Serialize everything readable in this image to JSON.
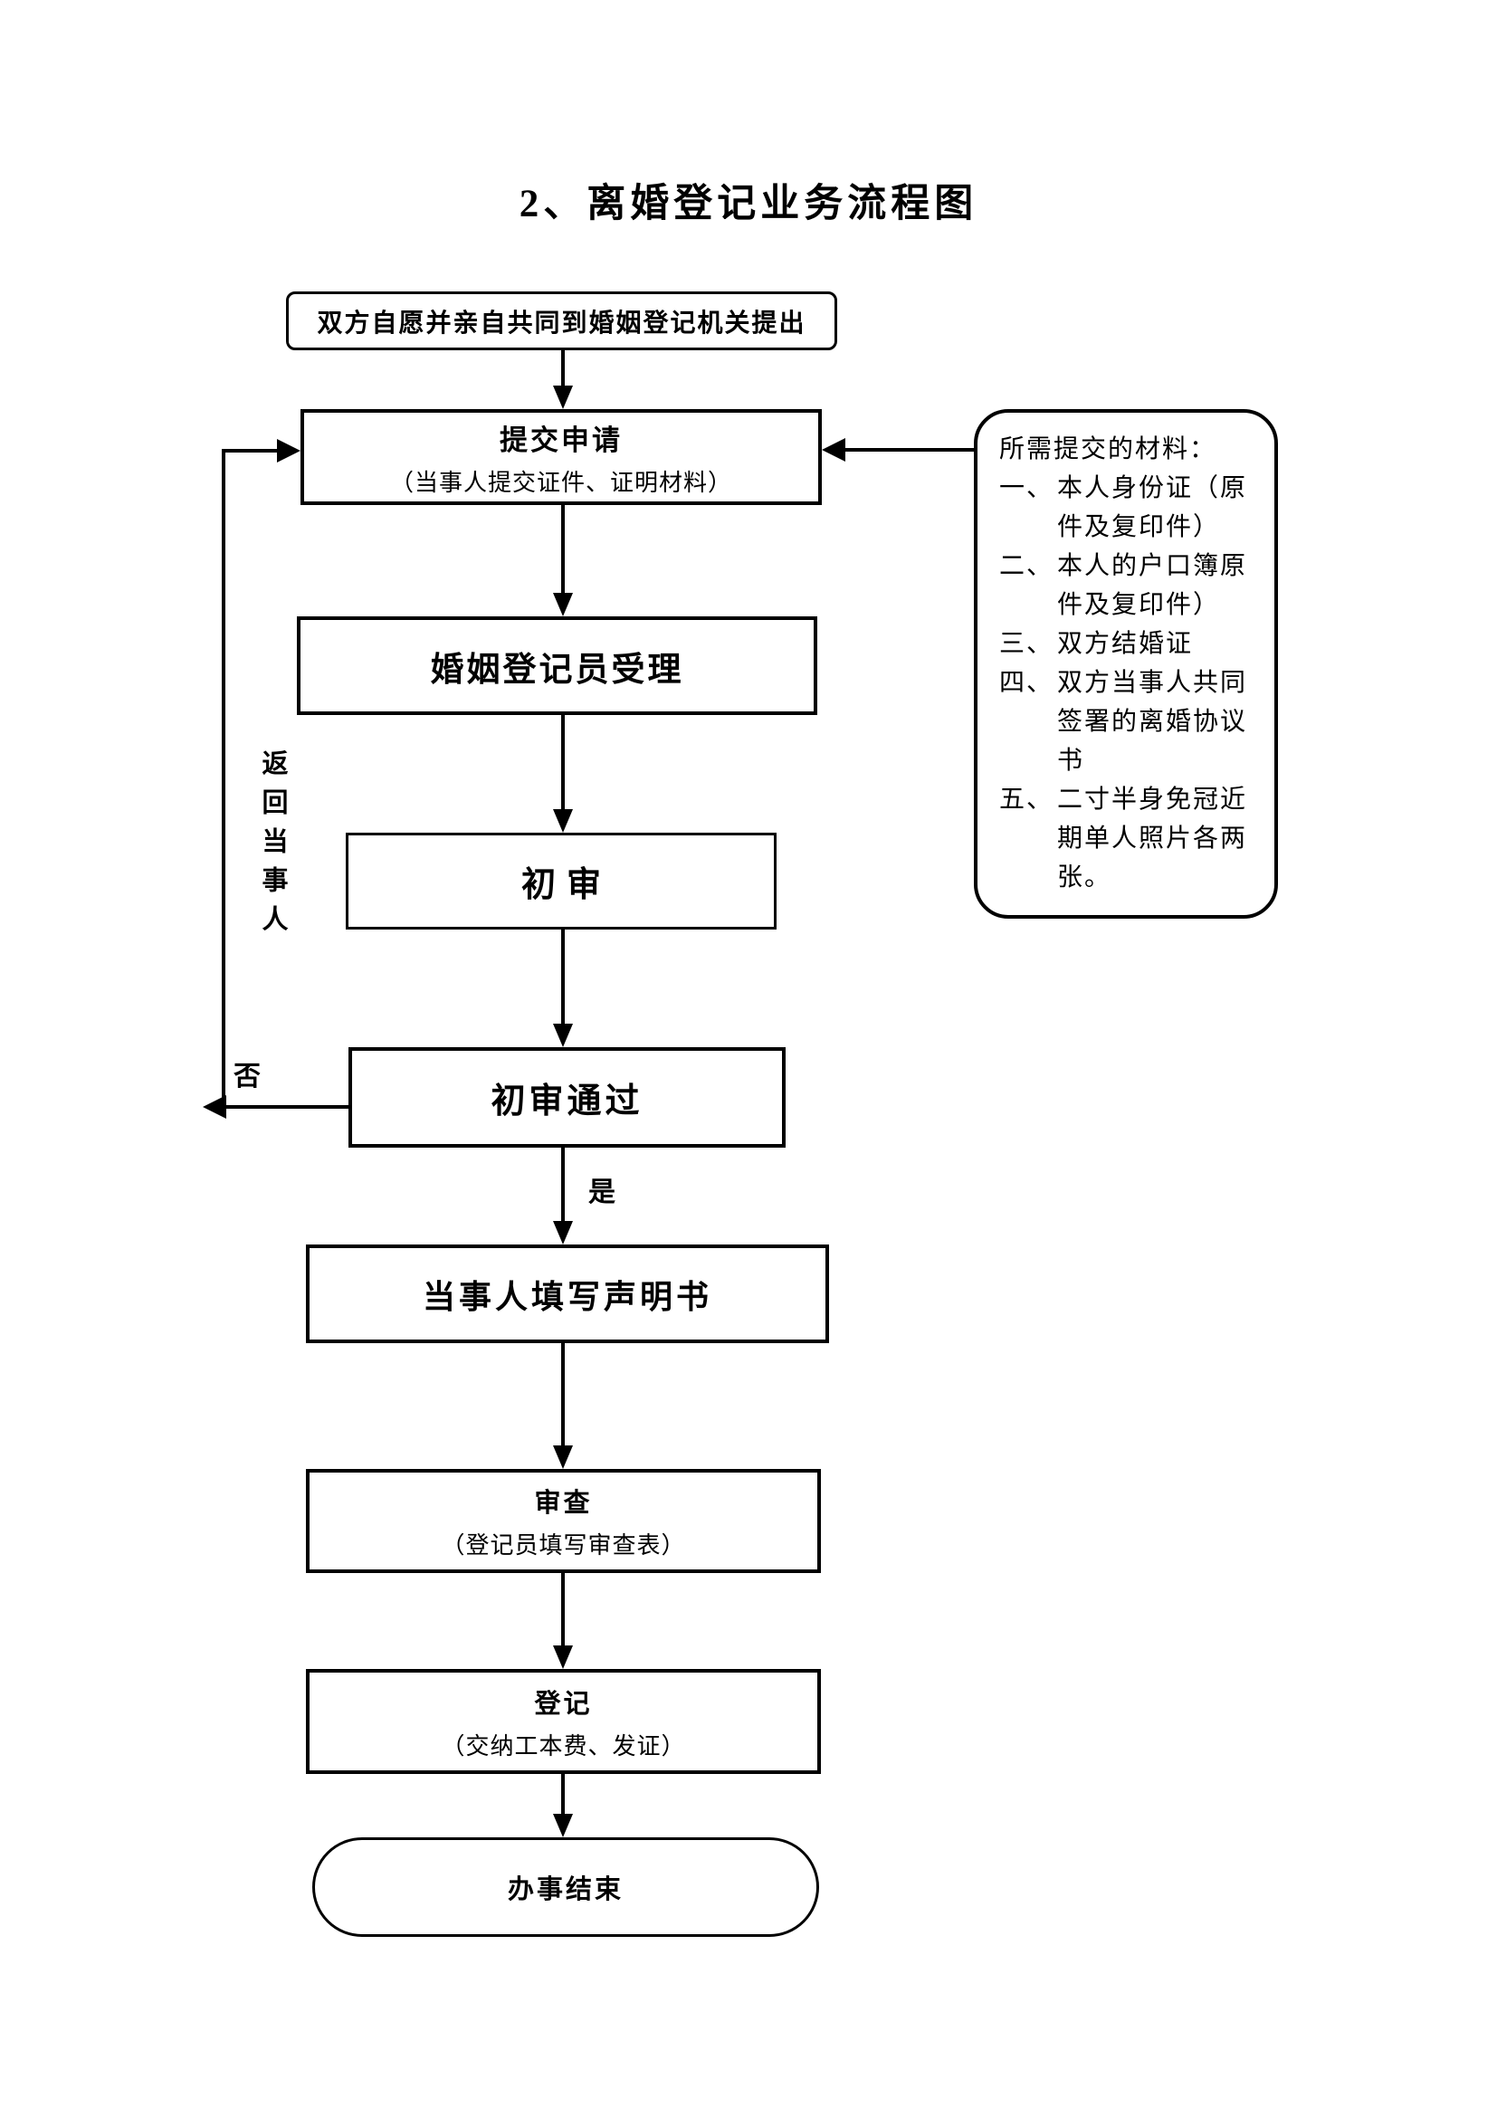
{
  "page": {
    "title": "2、离婚登记业务流程图"
  },
  "nodes": {
    "start": "双方自愿并亲自共同到婚姻登记机关提出",
    "submit_title": "提交申请",
    "submit_subtitle": "（当事人提交证件、证明材料）",
    "accept": "婚姻登记员受理",
    "initial_review": "初审",
    "review_passed": "初审通过",
    "statement": "当事人填写声明书",
    "examine_title": "审查",
    "examine_subtitle": "（登记员填写审查表）",
    "register_title": "登记",
    "register_subtitle": "（交纳工本费、发证）",
    "end": "办事结束"
  },
  "edge_labels": {
    "yes": "是",
    "no": "否",
    "return_to_party": "返回当事人"
  },
  "materials_note": {
    "header": "所需提交的材料：",
    "items": [
      {
        "num": "一、",
        "text": "本人身份证（原件及复印件）"
      },
      {
        "num": "二、",
        "text": "本人的户口簿原件及复印件）"
      },
      {
        "num": "三、",
        "text": "双方结婚证"
      },
      {
        "num": "四、",
        "text": "双方当事人共同签署的离婚协议书"
      },
      {
        "num": "五、",
        "text": "二寸半身免冠近期单人照片各两张。"
      }
    ]
  },
  "colors": {
    "ink": "#000000",
    "paper": "#ffffff"
  }
}
